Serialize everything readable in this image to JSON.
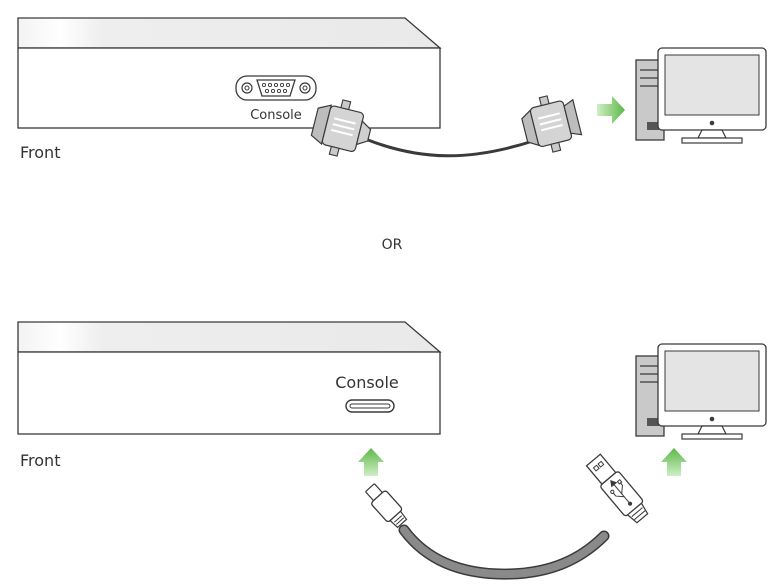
{
  "top_panel": {
    "port_label": "Console",
    "side_label": "Front"
  },
  "separator_label": "OR",
  "bottom_panel": {
    "port_label": "Console",
    "side_label": "Front"
  },
  "colors": {
    "outline": "#3a3a3a",
    "body_fill": "#ffffff",
    "top_face": "#eeeeee",
    "accent_green": "#5cb848",
    "connector_gray": "#c9c9c9",
    "screen_gray": "#e4e4e4",
    "cable_dark": "#3a3a3a",
    "cable_gray": "#808080"
  }
}
